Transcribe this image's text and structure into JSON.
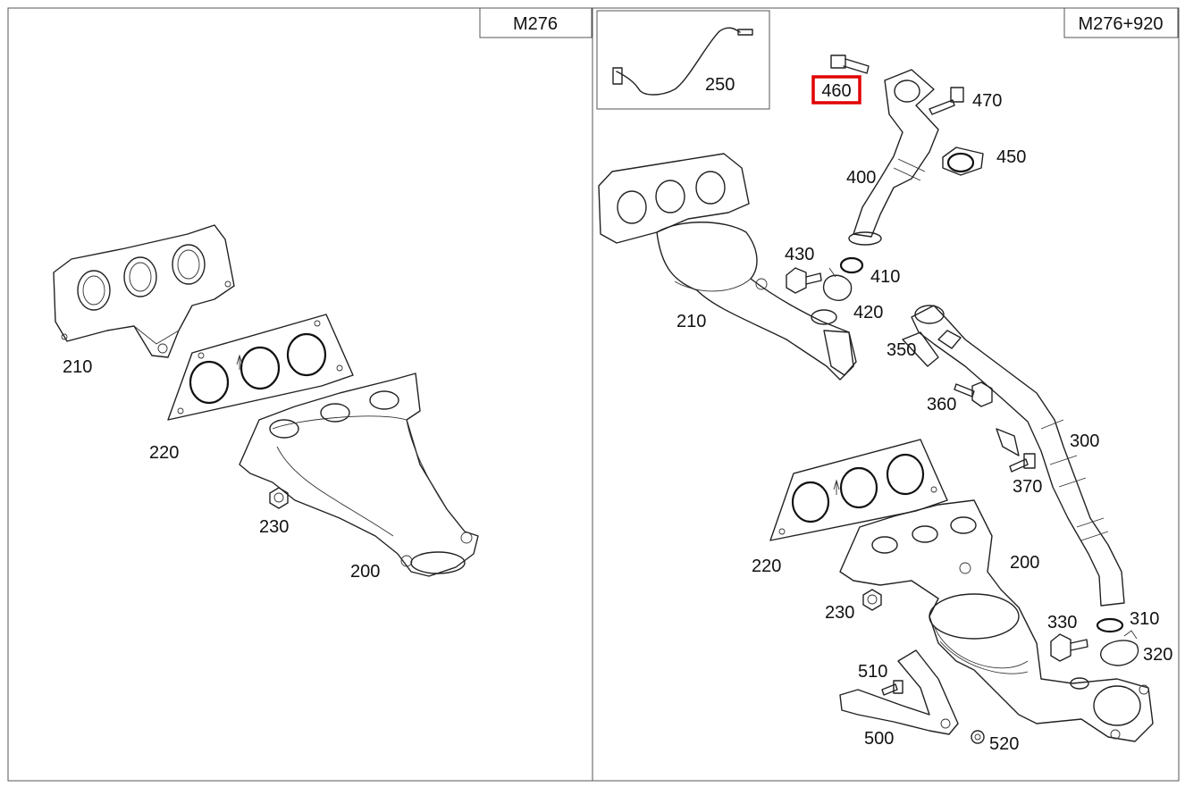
{
  "panels": {
    "left_title": "M276",
    "right_title": "M276+920"
  },
  "colors": {
    "highlight": "#e00000",
    "line": "#222222"
  },
  "callouts": {
    "l210": "210",
    "l220": "220",
    "l230": "230",
    "l200": "200",
    "r250": "250",
    "r460": "460",
    "r470": "470",
    "r450": "450",
    "r400": "400",
    "r430": "430",
    "r410": "410",
    "r420": "420",
    "r210": "210",
    "r350": "350",
    "r360": "360",
    "r300": "300",
    "r370": "370",
    "r220": "220",
    "r200": "200",
    "r230": "230",
    "r330": "330",
    "r310": "310",
    "r320": "320",
    "r510": "510",
    "r500": "500",
    "r520": "520"
  },
  "highlighted_callout": "460"
}
